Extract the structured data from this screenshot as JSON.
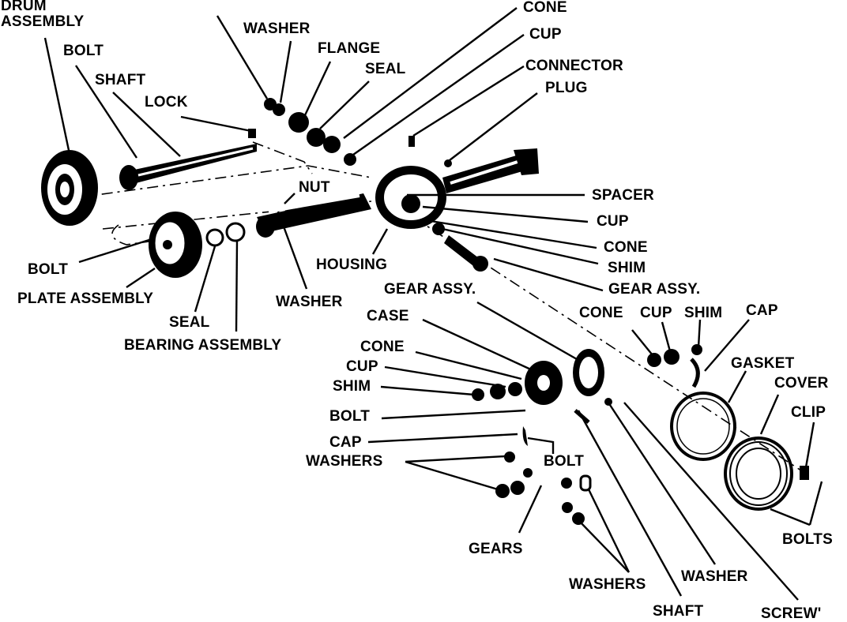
{
  "diagram": {
    "title": "Rear Axle Exploded View",
    "ink_color": "#000000",
    "background_color": "#ffffff",
    "labels": [
      {
        "id": "drum-assembly",
        "lines": [
          "DRUM",
          "ASSEMBLY"
        ]
      },
      {
        "id": "bolt-axle-flange",
        "lines": [
          "BOLT"
        ]
      },
      {
        "id": "shaft-axle",
        "lines": [
          "SHAFT"
        ]
      },
      {
        "id": "lock",
        "lines": [
          "LOCK"
        ]
      },
      {
        "id": "washer-top",
        "lines": [
          "WASHER"
        ]
      },
      {
        "id": "flange",
        "lines": [
          "FLANGE"
        ]
      },
      {
        "id": "seal-pinion",
        "lines": [
          "SEAL"
        ]
      },
      {
        "id": "cone-top",
        "lines": [
          "CONE"
        ]
      },
      {
        "id": "cup-top",
        "lines": [
          "CUP"
        ]
      },
      {
        "id": "connector",
        "lines": [
          "CONNECTOR"
        ]
      },
      {
        "id": "plug",
        "lines": [
          "PLUG"
        ]
      },
      {
        "id": "nut",
        "lines": [
          "NUT"
        ]
      },
      {
        "id": "spacer",
        "lines": [
          "SPACER"
        ]
      },
      {
        "id": "cup-right",
        "lines": [
          "CUP"
        ]
      },
      {
        "id": "cone-right",
        "lines": [
          "CONE"
        ]
      },
      {
        "id": "shim-right",
        "lines": [
          "SHIM"
        ]
      },
      {
        "id": "gear-assy-right",
        "lines": [
          "GEAR ASSY."
        ]
      },
      {
        "id": "housing",
        "lines": [
          "HOUSING"
        ]
      },
      {
        "id": "bolt-plate",
        "lines": [
          "BOLT"
        ]
      },
      {
        "id": "plate-assembly",
        "lines": [
          "PLATE ASSEMBLY"
        ]
      },
      {
        "id": "washer-axle",
        "lines": [
          "WASHER"
        ]
      },
      {
        "id": "seal-axle",
        "lines": [
          "SEAL"
        ]
      },
      {
        "id": "bearing-assembly",
        "lines": [
          "BEARING ASSEMBLY"
        ]
      },
      {
        "id": "gear-assy-center",
        "lines": [
          "GEAR ASSY."
        ]
      },
      {
        "id": "case",
        "lines": [
          "CASE"
        ]
      },
      {
        "id": "cone-case",
        "lines": [
          "CONE"
        ]
      },
      {
        "id": "cup-case",
        "lines": [
          "CUP"
        ]
      },
      {
        "id": "shim-case",
        "lines": [
          "SHIM"
        ]
      },
      {
        "id": "bolt-case",
        "lines": [
          "BOLT"
        ]
      },
      {
        "id": "cap-case",
        "lines": [
          "CAP"
        ]
      },
      {
        "id": "washers-left",
        "lines": [
          "WASHERS"
        ]
      },
      {
        "id": "bolt-cap",
        "lines": [
          "BOLT"
        ]
      },
      {
        "id": "cone-side",
        "lines": [
          "CONE"
        ]
      },
      {
        "id": "cup-side",
        "lines": [
          "CUP"
        ]
      },
      {
        "id": "shim-side",
        "lines": [
          "SHIM"
        ]
      },
      {
        "id": "cap-side",
        "lines": [
          "CAP"
        ]
      },
      {
        "id": "gasket",
        "lines": [
          "GASKET"
        ]
      },
      {
        "id": "cover",
        "lines": [
          "COVER"
        ]
      },
      {
        "id": "clip",
        "lines": [
          "CLIP"
        ]
      },
      {
        "id": "bolts-cover",
        "lines": [
          "BOLTS"
        ]
      },
      {
        "id": "gears",
        "lines": [
          "GEARS"
        ]
      },
      {
        "id": "washers-bottom",
        "lines": [
          "WASHERS"
        ]
      },
      {
        "id": "washer-bottom",
        "lines": [
          "WASHER"
        ]
      },
      {
        "id": "shaft-pinion",
        "lines": [
          "SHAFT"
        ]
      },
      {
        "id": "screw",
        "lines": [
          "SCREW'"
        ]
      }
    ]
  }
}
